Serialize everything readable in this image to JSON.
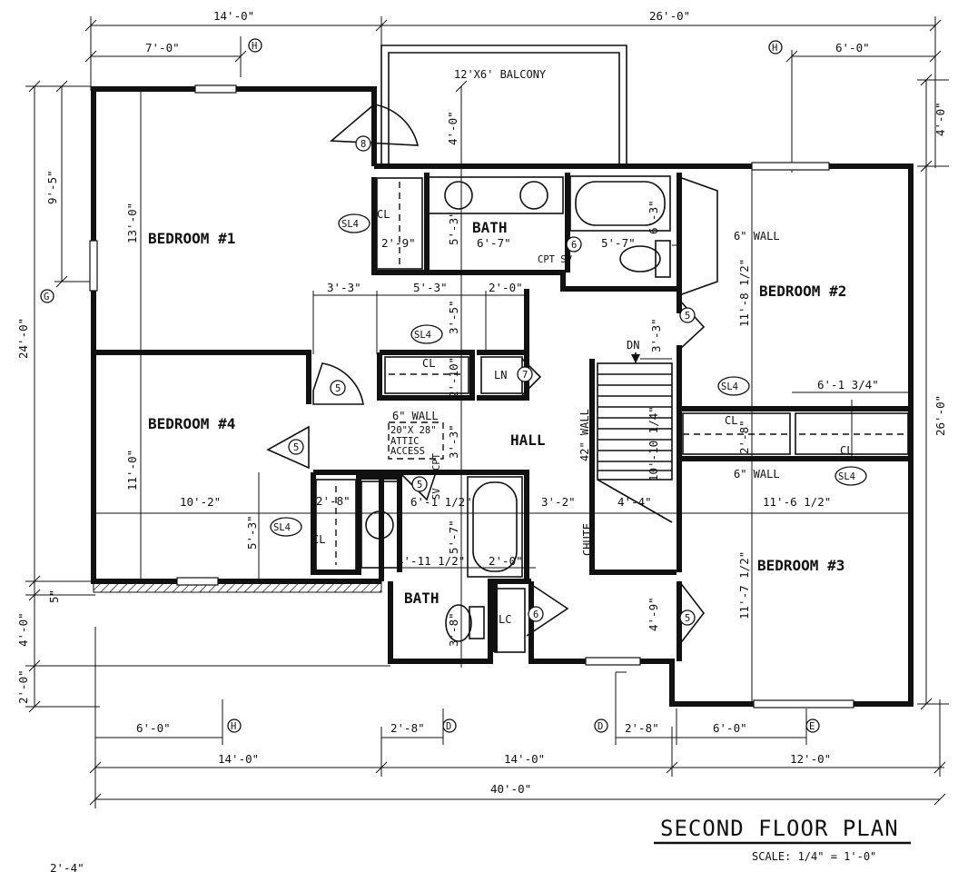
{
  "title": "SECOND FLOOR PLAN",
  "scale": "SCALE: 1/4\" = 1'-0\"",
  "rooms": {
    "bedroom1": "BEDROOM #1",
    "bedroom2": "BEDROOM #2",
    "bedroom3": "BEDROOM #3",
    "bedroom4": "BEDROOM #4",
    "bath_top": "BATH",
    "bath_bottom": "BATH",
    "hall": "HALL",
    "balcony": "12'X6' BALCONY"
  },
  "labels": {
    "cl": "CL",
    "ln": "LN",
    "lc": "LC",
    "sl4": "SL4",
    "dn": "DN",
    "chute": "CHUTE",
    "cpt_sv": "CPT SV",
    "cpt": "CPT",
    "sv": "SV",
    "wall_6": "6\" WALL",
    "wall_42": "42\" WALL",
    "attic_1": "20\"X 28\"",
    "attic_2": "ATTIC",
    "attic_3": "ACCESS"
  },
  "door_tags": {
    "t5": "5",
    "t6": "6",
    "t7": "7",
    "t8": "8"
  },
  "grid_marks": {
    "g": "G",
    "h": "H",
    "d": "D",
    "e": "E"
  },
  "dims": {
    "top_14": "14'-0\"",
    "top_26": "26'-0\"",
    "top_7": "7'-0\"",
    "top_6": "6'-0\"",
    "left_24": "24'-0\"",
    "left_9_5": "9'-5\"",
    "left_5in": "5\"",
    "left_4": "4'-0\"",
    "left_2": "2'-0\"",
    "right_4": "4'-0\"",
    "right_26": "26'-0\"",
    "bal_4": "4'-0\"",
    "b1_13": "13'-0\"",
    "b4_11": "11'-0\"",
    "b4_10_2": "10'-2\"",
    "b4_5_3": "5'-3\"",
    "cl_2_9": "2'-9\"",
    "cl_2_8": "2'-8\"",
    "bath_5_3": "5'-3\"",
    "bath_6_7": "6'-7\"",
    "bath_5_7": "5'-7\"",
    "bath_6_3": "6'-3\"",
    "h_3_3": "3'-3\"",
    "h_5_3": "5'-3\"",
    "h_2_0": "2'-0\"",
    "h_3_5": "3'-5\"",
    "h_2_10": "2'-10\"",
    "h_3_3b": "3'-3\"",
    "h_3_3c": "3'-3\"",
    "h_6_1_2": "6'-1 1/2\"",
    "h_3_2": "3'-2\"",
    "h_4_4": "4'-4\"",
    "h_10_10": "10'-10 1/4\"",
    "h_5_7": "5'-7\"",
    "h_4_11": "4'-11 1/2\"",
    "h_2_0b": "2'-0\"",
    "h_3_8": "3'-8\"",
    "h_4_9": "4'-9\"",
    "b2_11_8": "11'-8 1/2\"",
    "b2_6_1": "6'-1 3/4\"",
    "b2_2_8": "2'-8\"",
    "b3_11_6": "11'-6 1/2\"",
    "b3_11_7": "11'-7 1/2\"",
    "bot_6_0": "6'-0\"",
    "bot_2_8": "2'-8\"",
    "bot_2_8b": "2'-8\"",
    "bot_6_0b": "6'-0\"",
    "bot_14": "14'-0\"",
    "bot_14b": "14'-0\"",
    "bot_12": "12'-0\"",
    "bot_40": "40'-0\"",
    "corner_2_4": "2'-4\""
  }
}
